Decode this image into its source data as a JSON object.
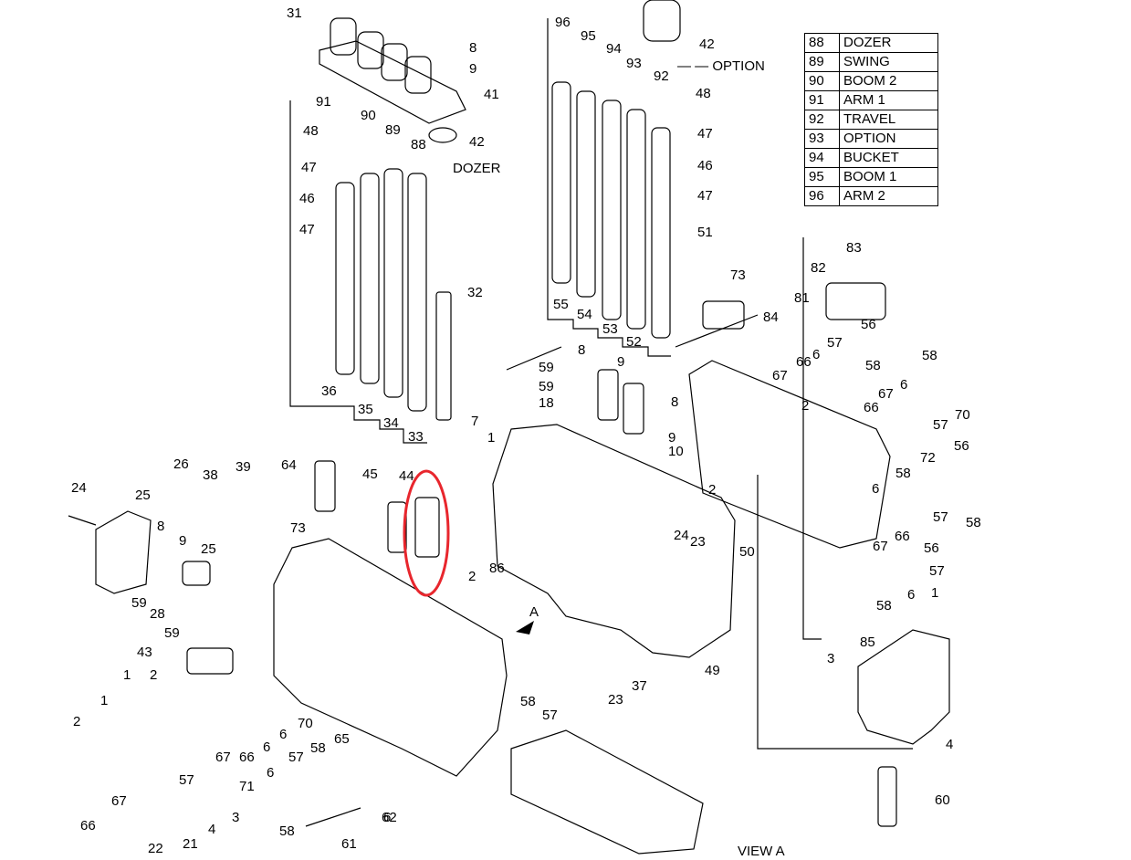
{
  "legend": [
    {
      "code": "88",
      "name": "DOZER"
    },
    {
      "code": "89",
      "name": "SWING"
    },
    {
      "code": "90",
      "name": "BOOM 2"
    },
    {
      "code": "91",
      "name": "ARM 1"
    },
    {
      "code": "92",
      "name": "TRAVEL"
    },
    {
      "code": "93",
      "name": "OPTION"
    },
    {
      "code": "94",
      "name": "BUCKET"
    },
    {
      "code": "95",
      "name": "BOOM 1"
    },
    {
      "code": "96",
      "name": "ARM 2"
    }
  ],
  "annotations": {
    "option": "— — OPTION",
    "dozer": "DOZER",
    "view_a": "VIEW A",
    "a_arrow": "A"
  },
  "callouts": [
    "31",
    "8",
    "9",
    "41",
    "42",
    "91",
    "90",
    "89",
    "88",
    "48",
    "47",
    "46",
    "47",
    "36",
    "35",
    "34",
    "33",
    "32",
    "96",
    "95",
    "94",
    "93",
    "92",
    "48",
    "47",
    "46",
    "47",
    "51",
    "55",
    "54",
    "53",
    "52",
    "42",
    "73",
    "83",
    "82",
    "81",
    "84",
    "56",
    "57",
    "6",
    "58",
    "58",
    "66",
    "67",
    "2",
    "6",
    "67",
    "66",
    "70",
    "57",
    "72",
    "58",
    "56",
    "6",
    "57",
    "58",
    "67",
    "66",
    "56",
    "57",
    "58",
    "6",
    "1",
    "2",
    "86",
    "85",
    "3",
    "4",
    "60",
    "61",
    "62",
    "59",
    "59",
    "18",
    "8",
    "9",
    "8",
    "9",
    "10",
    "7",
    "1",
    "2",
    "50",
    "24",
    "23",
    "49",
    "37",
    "23",
    "24",
    "25",
    "26",
    "38",
    "39",
    "8",
    "9",
    "25",
    "59",
    "28",
    "59",
    "64",
    "73",
    "45",
    "44",
    "43",
    "2",
    "1",
    "2",
    "1",
    "67",
    "66",
    "58",
    "57",
    "6",
    "70",
    "67",
    "66",
    "6",
    "57",
    "65",
    "58",
    "57",
    "6",
    "71",
    "58",
    "4",
    "3",
    "22",
    "21",
    "6"
  ],
  "highlight": {
    "color": "#e8262d"
  }
}
